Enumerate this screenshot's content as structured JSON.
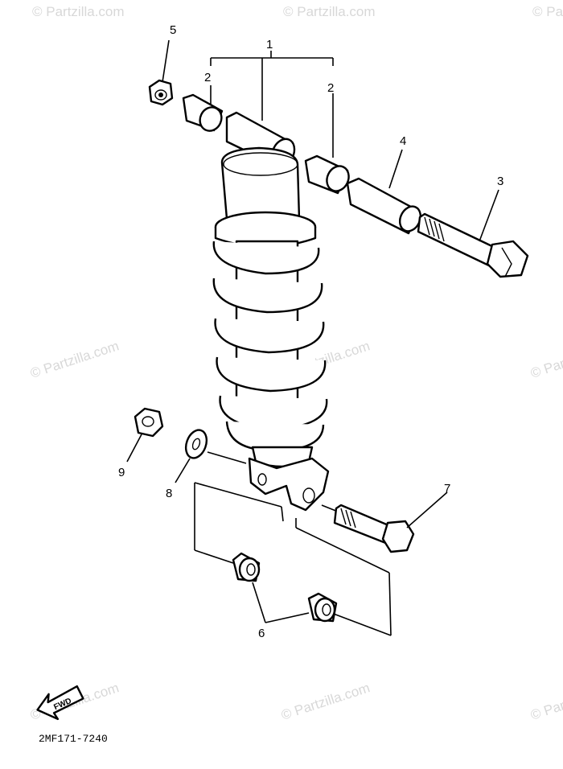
{
  "watermarks": [
    "© Partzilla.com",
    "© Partzilla.com",
    "© Partzilla.com",
    "© Partzilla.com",
    "© Partzilla.com",
    "© Partzilla.com",
    "© Partzilla.com",
    "© Partzilla.com",
    "© Partzilla.com"
  ],
  "callouts": {
    "c1": "1",
    "c2a": "2",
    "c2b": "2",
    "c3": "3",
    "c4": "4",
    "c5": "5",
    "c6": "6",
    "c7": "7",
    "c8": "8",
    "c9": "9"
  },
  "front_arrow_label": "FWD",
  "diagram_code": "2MF171-7240"
}
